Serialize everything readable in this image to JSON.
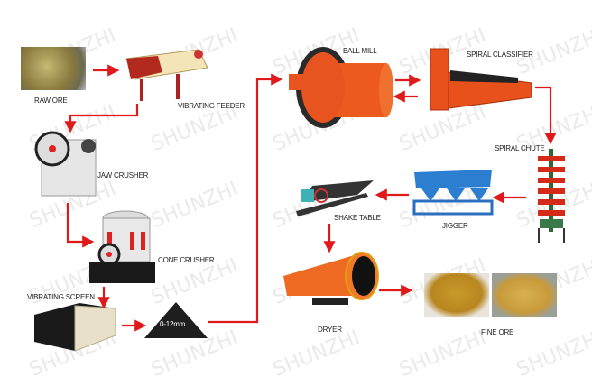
{
  "diagram": {
    "watermark": "SHUNZHI",
    "accent_color": "#e01a1a",
    "stages": {
      "raw_ore": "RAW ORE",
      "vibrating_feeder": "VIBRATING FEEDER",
      "jaw_crusher": "JAW CRUSHER",
      "cone_crusher": "CONE CRUSHER",
      "vibrating_screen": "VIBRATING SCREEN",
      "size_range": "0-12mm",
      "ball_mill": "BALL MILL",
      "spiral_classifier": "SPIRAL CLASSIFIER",
      "spiral_chute": "SPIRAL CHUTE",
      "jigger": "JIGGER",
      "shake_table": "SHAKE TABLE",
      "dryer": "DRYER",
      "fine_ore": "FINE ORE"
    }
  }
}
